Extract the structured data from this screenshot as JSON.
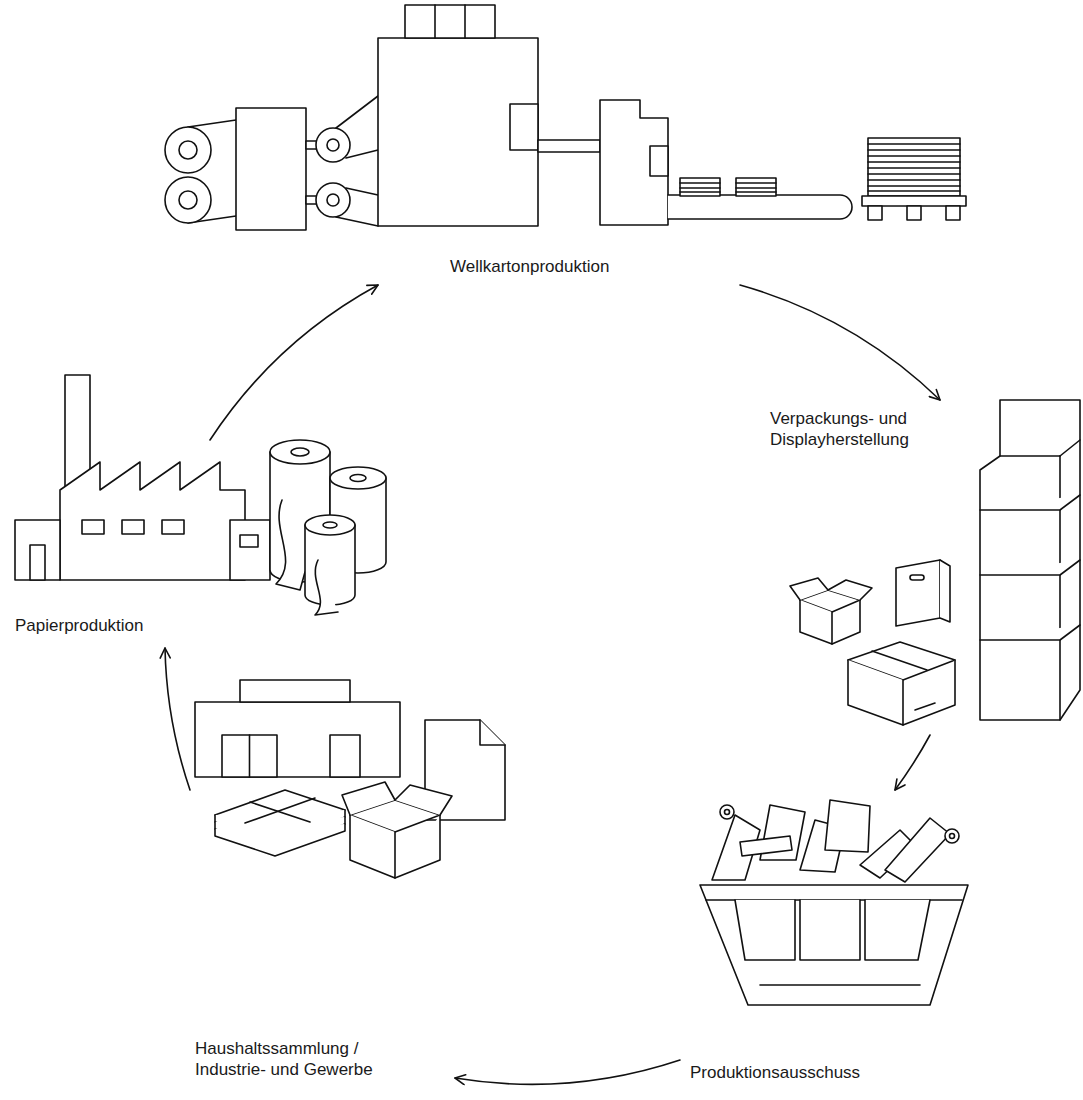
{
  "diagram": {
    "nodes": [
      {
        "text": [
          "Wellkartonproduktion"
        ]
      },
      {
        "text": [
          "Verpackungs- und Displayherstellung"
        ]
      },
      {
        "text": [
          "Produktionsausschuss"
        ]
      },
      {
        "text": [
          "Haushaltssammlung / Industrie- und Gewerbe"
        ]
      },
      {
        "text": [
          "Papierproduktion"
        ]
      }
    ],
    "edges": [
      {
        "from": 4,
        "to": 0,
        "arrow": "to"
      },
      {
        "from": 0,
        "to": 1,
        "arrow": "to"
      },
      {
        "from": 1,
        "to": 2,
        "arrow": "to"
      },
      {
        "from": 2,
        "to": 3,
        "arrow": "to"
      },
      {
        "from": 3,
        "to": 4,
        "arrow": "to"
      }
    ]
  }
}
